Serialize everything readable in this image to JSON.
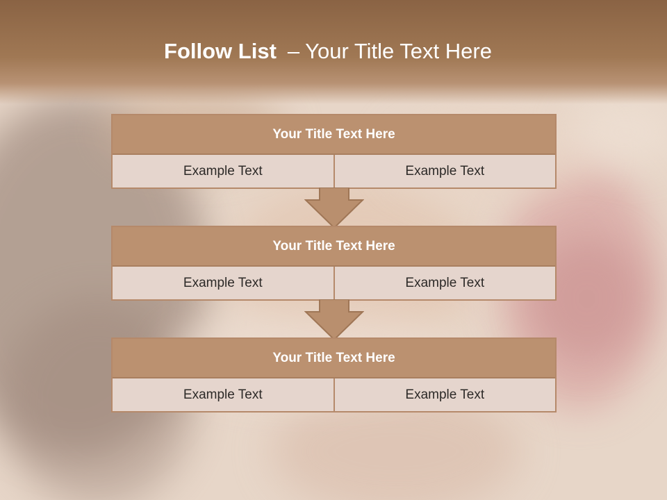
{
  "slide": {
    "title_bold": "Follow List",
    "title_dash": "–",
    "title_rest": "Your Title Text Here"
  },
  "steps": [
    {
      "title": "Your Title Text Here",
      "left": "Example Text",
      "right": "Example Text"
    },
    {
      "title": "Your Title Text Here",
      "left": "Example Text",
      "right": "Example Text"
    },
    {
      "title": "Your Title Text Here",
      "left": "Example Text",
      "right": "Example Text"
    }
  ],
  "colors": {
    "header": "#a07854",
    "box_title": "#bb9170",
    "box_cell": "#e5d5cd",
    "arrow": "#b98f6e"
  }
}
